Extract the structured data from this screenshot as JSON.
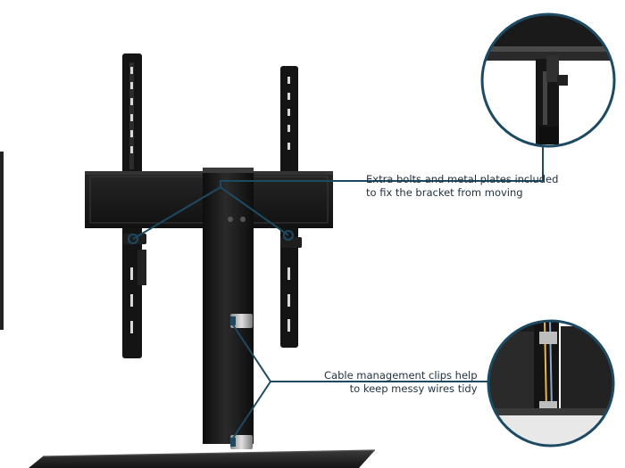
{
  "callouts": {
    "bracket": {
      "line1": "Extra bolts and metal plates included",
      "line2": "to fix the bracket from moving"
    },
    "cables": {
      "line1": "Cable management clips help",
      "line2": "to keep messy wires tidy"
    }
  },
  "colors": {
    "accent": "#1d4a63",
    "product": "#1b1b1b",
    "background": "#ffffff"
  }
}
